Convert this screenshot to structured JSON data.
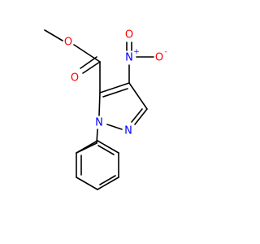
{
  "molecule": {
    "atoms": {
      "o_ester_single": {
        "symbol": "O",
        "color": "#ff0000"
      },
      "o_ester_double": {
        "symbol": "O",
        "color": "#ff0000"
      },
      "n_nitro": {
        "symbol": "N",
        "charge": "+",
        "color": "#0000ff"
      },
      "o_nitro_top": {
        "symbol": "O",
        "color": "#ff0000"
      },
      "o_nitro_right": {
        "symbol": "O",
        "charge": "-",
        "color": "#ff0000"
      },
      "n1_ring": {
        "symbol": "N",
        "color": "#0000ff"
      },
      "n2_ring": {
        "symbol": "N",
        "color": "#0000ff"
      }
    }
  }
}
